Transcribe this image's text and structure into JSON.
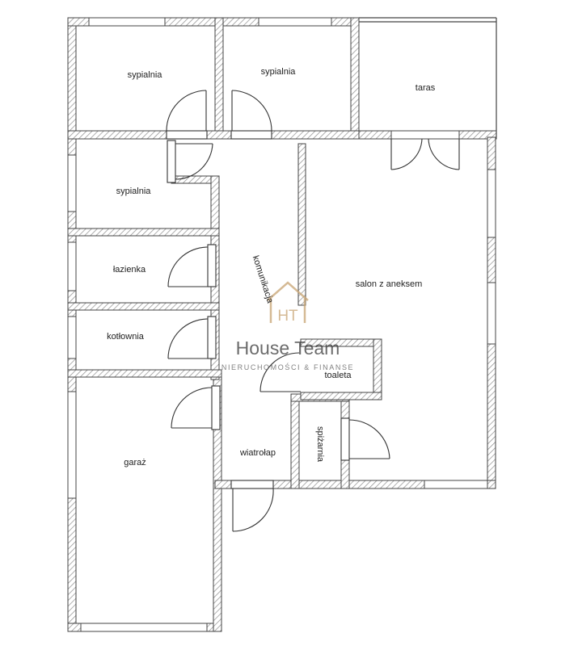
{
  "rooms": {
    "bedroom_1": "sypialnia",
    "bedroom_2": "sypialnia",
    "terrace": "taras",
    "bedroom_3": "sypialnia",
    "bathroom": "łazienka",
    "boiler_room": "kotłownia",
    "corridor": "komunikacja",
    "living_room": "salon z aneksem",
    "toilet": "toaleta",
    "pantry": "spiżarnia",
    "vestibule": "wiatrołap",
    "garage": "garaż"
  },
  "watermark": {
    "brand": "House Team",
    "tagline": "NIERUCHOMOŚCI & FINANSE",
    "monogram": "HT",
    "icon": "house-logo-icon",
    "accent": "#c8a472"
  },
  "colors": {
    "wall_outline": "#444444",
    "hatch": "#9a9a9a",
    "door": "#333333"
  }
}
